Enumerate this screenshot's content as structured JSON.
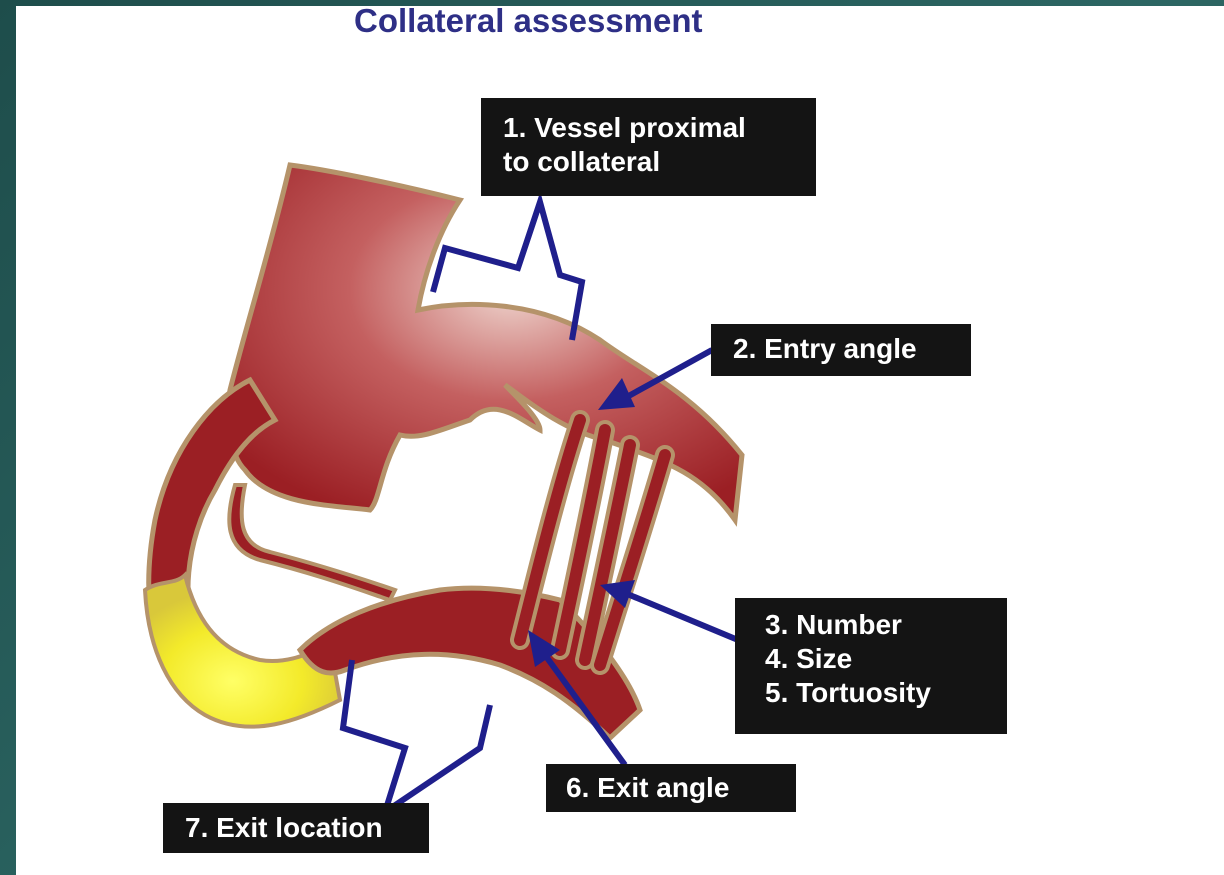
{
  "title": "Collateral assessment",
  "labels": {
    "vessel_proximal_line1": "1. Vessel proximal",
    "vessel_proximal_line2": "to collateral",
    "entry_angle": "2. Entry angle",
    "number": "3. Number",
    "size": "4. Size",
    "tortuosity": "5. Tortuosity",
    "exit_angle": "6. Exit angle",
    "exit_location": "7. Exit location"
  },
  "colors": {
    "background": "#2a5f5c",
    "title": "#2e2f86",
    "label_box": "#141414",
    "arrow": "#1f1f8c",
    "vessel": "#9b1f24",
    "vessel_outline": "#b5936a",
    "occlusion": "#f3ea2a"
  }
}
